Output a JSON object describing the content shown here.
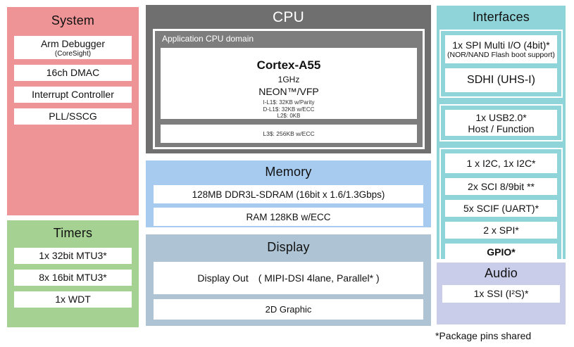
{
  "blocks": {
    "system": {
      "title": "System",
      "items": [
        {
          "label": "Arm Debugger",
          "sub": "(CoreSight)"
        },
        {
          "label": "16ch DMAC"
        },
        {
          "label": "Interrupt Controller"
        },
        {
          "label": "PLL/SSCG"
        }
      ]
    },
    "timers": {
      "title": "Timers",
      "items": [
        {
          "label": "1x 32bit MTU3*"
        },
        {
          "label": "8x 16bit MTU3*"
        },
        {
          "label": "1x WDT"
        }
      ]
    },
    "cpu": {
      "title": "CPU",
      "domain_label": "Application CPU domain",
      "core": {
        "name": "Cortex-A55",
        "clock": "1GHz",
        "simd": "NEON™/VFP",
        "cache_lines": [
          "I-L1$: 32KB w/Parity",
          "D-L1$: 32KB w/ECC",
          "L2$: 0KB"
        ]
      },
      "l3": "L3$: 256KB w/ECC"
    },
    "memory": {
      "title": "Memory",
      "items": [
        {
          "label": "128MB DDR3L-SDRAM (16bit x 1.6/1.3Gbps)"
        },
        {
          "label": "RAM 128KB w/ECC"
        }
      ]
    },
    "display": {
      "title": "Display",
      "items": [
        {
          "label": "Display Out",
          "detail": "( MIPI-DSI 4lane, Parallel* )"
        },
        {
          "label": "2D Graphic"
        }
      ]
    },
    "interfaces": {
      "title": "Interfaces",
      "groups": [
        {
          "items": [
            {
              "label": "1x SPI Multi I/O (4bit)*",
              "sub": "(NOR/NAND  Flash boot support)"
            },
            {
              "label": "SDHI (UHS-I)"
            }
          ]
        },
        {
          "items": [
            {
              "label": "1x USB2.0*",
              "sub": "Host / Function"
            }
          ]
        },
        {
          "items": [
            {
              "label": "1 x I2C, 1x I2C*"
            },
            {
              "label": "2x SCI 8/9bit **"
            },
            {
              "label": "5x SCIF (UART)*"
            },
            {
              "label": "2 x SPI*"
            },
            {
              "label": "GPIO*"
            }
          ]
        }
      ]
    },
    "audio": {
      "title": "Audio",
      "items": [
        {
          "label": "1x SSI (I²S)*"
        }
      ]
    }
  },
  "footnote": "*Package pins shared",
  "colors": {
    "system": "#ee9496",
    "timers": "#a5d192",
    "cpu_outer": "#6f6f6f",
    "cpu_inner": "#7d7d7d",
    "memory": "#a7cbef",
    "display": "#aec4d4",
    "interfaces": "#8fd4d8",
    "audio": "#cacdea"
  }
}
